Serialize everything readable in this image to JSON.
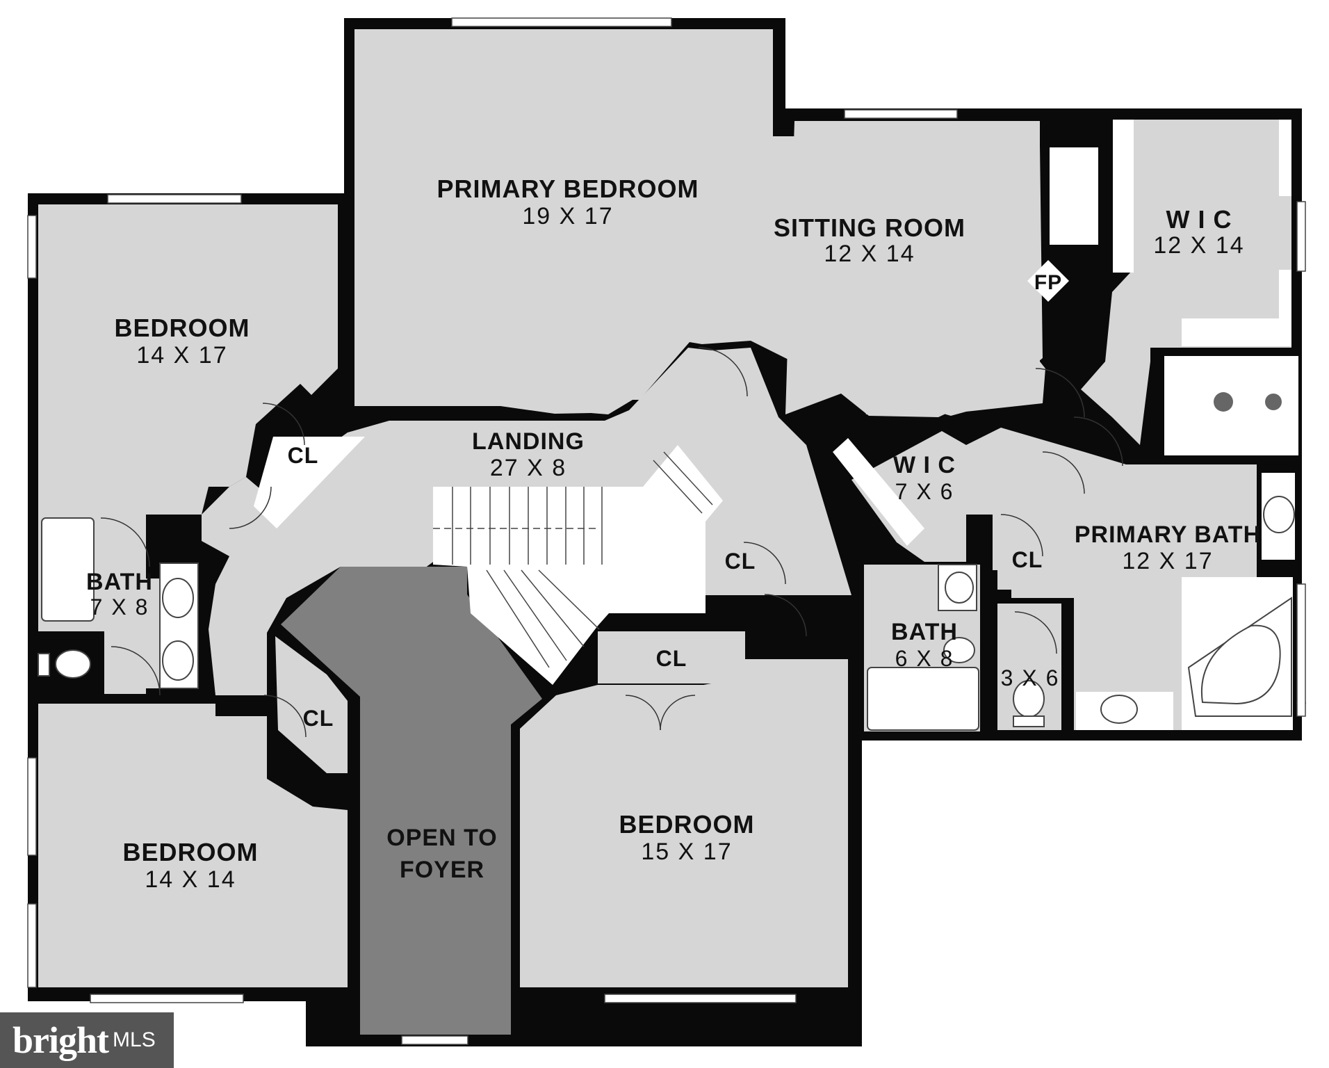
{
  "rooms": {
    "primary_bedroom": {
      "name": "PRIMARY BEDROOM",
      "dim": "19 X 17"
    },
    "sitting_room": {
      "name": "SITTING ROOM",
      "dim": "12 X 14"
    },
    "wic_large": {
      "name": "W I C",
      "dim": "12 X 14"
    },
    "fireplace": {
      "name": "FP"
    },
    "bedroom_nw": {
      "name": "BEDROOM",
      "dim": "14 X 17"
    },
    "closet_nw": {
      "name": "CL"
    },
    "landing": {
      "name": "LANDING",
      "dim": "27 X 8"
    },
    "wic_small": {
      "name": "W I C",
      "dim": "7 X 6"
    },
    "primary_bath": {
      "name": "PRIMARY BATH",
      "dim": "12 X 17"
    },
    "closet_bath": {
      "name": "CL"
    },
    "bath_west": {
      "name": "BATH",
      "dim": "7 X 8"
    },
    "closet_stair": {
      "name": "CL"
    },
    "closet_se": {
      "name": "CL"
    },
    "closet_sw": {
      "name": "CL"
    },
    "bath_mid": {
      "name": "BATH",
      "dim": "6 X 8"
    },
    "wc": {
      "dim": "3 X 6"
    },
    "open_foyer": {
      "name_line1": "OPEN TO",
      "name_line2": "FOYER"
    },
    "bedroom_se": {
      "name": "BEDROOM",
      "dim": "15 X 17"
    },
    "bedroom_sw": {
      "name": "BEDROOM",
      "dim": "14 X 14"
    }
  },
  "colors": {
    "wall": "#0a0a0a",
    "floor": "#d6d6d6",
    "open_area": "#808080",
    "logo_bg": "#555555"
  },
  "logo": {
    "main": "bright",
    "sub": "MLS"
  }
}
